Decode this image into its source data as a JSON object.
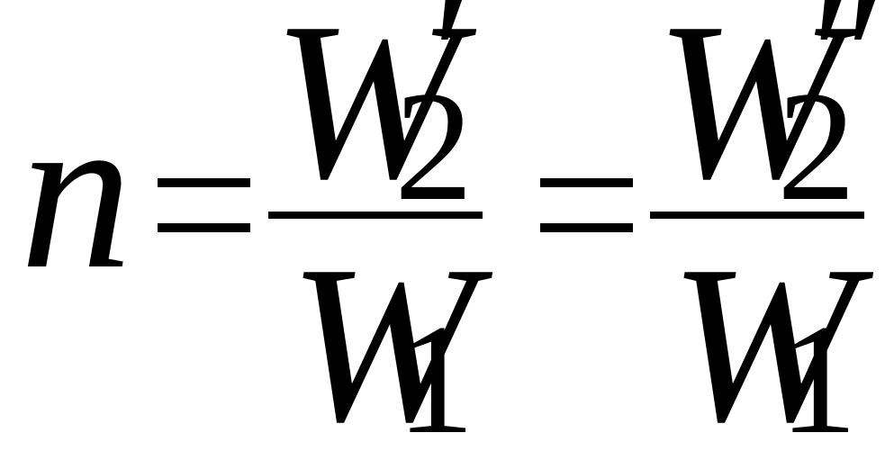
{
  "formula": {
    "lhs_variable": "n",
    "equals_1": "=",
    "equals_2": "=",
    "fraction_1": {
      "numerator_symbol": "W",
      "numerator_subscript": "2",
      "numerator_prime": "′",
      "denominator_symbol": "W",
      "denominator_subscript": "1"
    },
    "fraction_2": {
      "numerator_symbol": "W",
      "numerator_subscript": "2",
      "numerator_prime": "″",
      "denominator_symbol": "W",
      "denominator_subscript": "1"
    }
  }
}
